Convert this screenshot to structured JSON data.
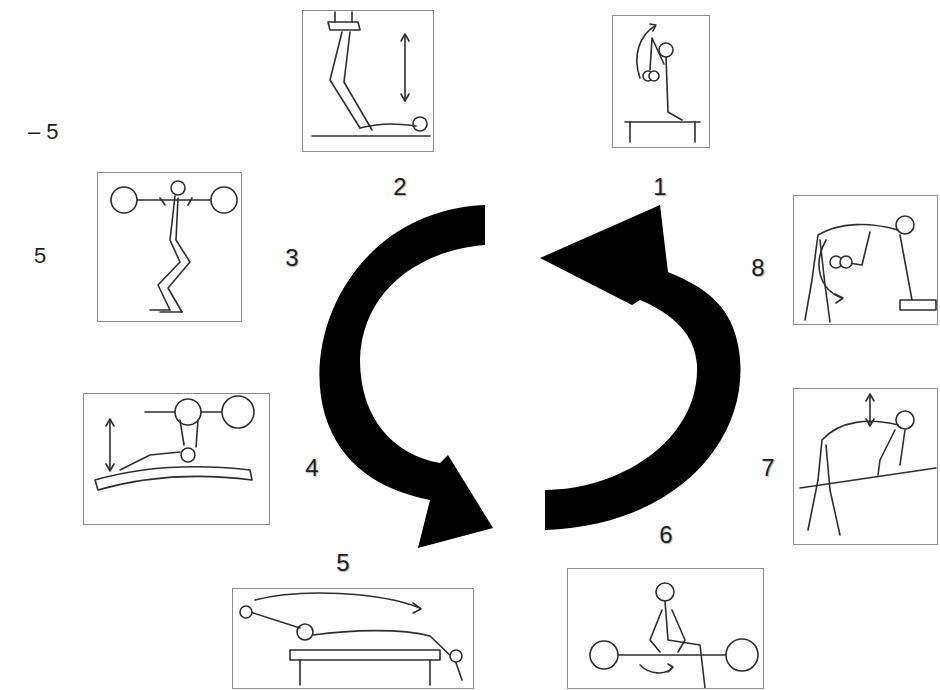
{
  "diagram": {
    "nodes": [
      {
        "text": [
          "1"
        ]
      },
      {
        "text": [
          "2"
        ]
      },
      {
        "text": [
          "3"
        ]
      },
      {
        "text": [
          "4"
        ]
      },
      {
        "text": [
          "5"
        ]
      },
      {
        "text": [
          "6"
        ]
      },
      {
        "text": [
          "7"
        ]
      },
      {
        "text": [
          "8"
        ]
      }
    ],
    "labels": [
      "– 5",
      "5"
    ]
  }
}
